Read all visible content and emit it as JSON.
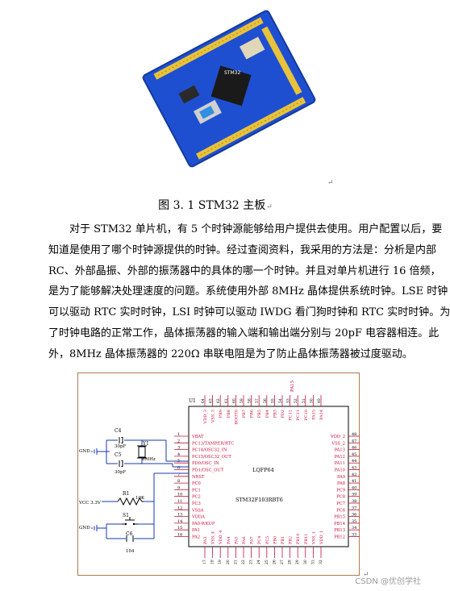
{
  "figure": {
    "caption": "图 3. 1  STM32 主板",
    "board_chip_label": "STM32",
    "colors": {
      "pcb": "#1f4fd1",
      "header": "#e8c23a",
      "chip": "#1a1a1a",
      "switch": "#2f8fe0"
    }
  },
  "paragraph": {
    "lines": [
      "对于 STM32 单片机，有 5 个时钟源能够给用户提供去使用。用户配置以后，要",
      "知道是使用了哪个时钟源提供的时钟。经过查阅资料，我采用的方法是：分析是内部",
      "RC、外部晶振、外部的振荡器中的具体的哪一个时钟。并且对单片机进行 16 倍频，",
      "是为了能够解决处理速度的问题。系统使用外部 8MHz 晶体提供系统时钟。LSE 时钟",
      "可以驱动 RTC 实时时钟，LSI 时钟可以驱动 IWDG 看门狗时钟和 RTC 实时时钟。为",
      "了时钟电路的正常工作，晶体振荡器的输入端和输出端分别与 20pF 电容器相连。此",
      "外，8MHz 晶体振荡器的 220Ω 串联电阻是为了防止晶体振荡器被过度驱动。"
    ]
  },
  "schematic": {
    "ref": "U1",
    "package": "LQFP64",
    "part": "STM32F103RBT6",
    "left_pins": [
      "VBAT",
      "PC13/TAMPER/RTC",
      "PC14/OSC32_IN",
      "PC15/OSC32_OUT",
      "PD0/OSC_IN",
      "PD1/OSC_OUT",
      "NRST",
      "PC0",
      "PC1",
      "PC2",
      "PC3",
      "VSSA",
      "VDDA",
      "PA0-WKUP",
      "PA1",
      "PA2"
    ],
    "left_nums": [
      "1",
      "2",
      "3",
      "4",
      "5",
      "6",
      "7",
      "8",
      "9",
      "10",
      "11",
      "12",
      "13",
      "14",
      "15",
      "16"
    ],
    "right_pins": [
      "VDD_2",
      "VSS_2",
      "PA13",
      "PA12",
      "PA11",
      "PA10",
      "PA9",
      "PA8",
      "PC9",
      "PC8",
      "PC7",
      "PC6",
      "PB15",
      "PB14",
      "PB13",
      "PB12"
    ],
    "right_nums": [
      "48",
      "47",
      "46",
      "45",
      "44",
      "43",
      "42",
      "41",
      "40",
      "39",
      "38",
      "37",
      "36",
      "35",
      "34",
      "33"
    ],
    "top_pins": [
      "VDD_3",
      "VSS_3",
      "PB9",
      "PB8",
      "BOOT0",
      "PB7",
      "PB6",
      "PB5",
      "PB4",
      "PB3",
      "PD2",
      "PC12",
      "PC11",
      "PC10",
      "PA15",
      "PA14"
    ],
    "top_nums": [
      "64",
      "63",
      "62",
      "61",
      "60",
      "59",
      "58",
      "57",
      "56",
      "55",
      "54",
      "53",
      "52",
      "51",
      "50",
      "49"
    ],
    "bottom_pins": [
      "PA3",
      "VSS_4",
      "VDD_4",
      "PA4",
      "PA5",
      "PA6",
      "PA7",
      "PC4",
      "PC5",
      "PB0",
      "PB1",
      "PB2",
      "PB10",
      "PB11",
      "VSS_1",
      "VDD_1"
    ],
    "bottom_nums": [
      "17",
      "18",
      "19",
      "20",
      "21",
      "22",
      "23",
      "24",
      "25",
      "26",
      "27",
      "28",
      "29",
      "30",
      "31",
      "32"
    ],
    "net_pa15": "PA15",
    "c4": {
      "ref": "C4",
      "value": "30pF"
    },
    "c5": {
      "ref": "C5",
      "value": "30pF"
    },
    "y1": {
      "ref": "Y1",
      "value": "8MHz"
    },
    "r1": {
      "ref": "R1",
      "value": "10K"
    },
    "s1": {
      "ref": "S1"
    },
    "c6": {
      "ref": "C6",
      "value": "104"
    },
    "gnd1": "GND",
    "gnd2": "GND",
    "vcc": "VCC 3.3V",
    "colors": {
      "pin_red": "#c8103c",
      "wire_blue": "#1838a8",
      "body": "#000000",
      "frame": "#b07a50"
    }
  },
  "watermark": "CSDN @优创学社"
}
